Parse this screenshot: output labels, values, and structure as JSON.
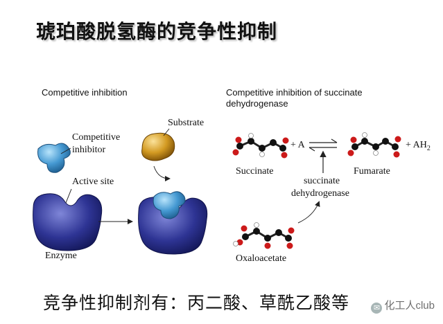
{
  "title": "琥珀酸脱氢酶的竞争性抑制",
  "left_panel": {
    "heading": "Competitive inhibition",
    "competitive_inhibitor": "Competitive\ninhibitor",
    "substrate": "Substrate",
    "active_site": "Active site",
    "enzyme": "Enzyme"
  },
  "right_panel": {
    "heading_line1": "Competitive inhibition of succinate",
    "heading_line2": "dehydrogenase",
    "plus_a": "+ A",
    "succinate": "Succinate",
    "fumarate": "Fumarate",
    "plus_ah2": "+ AH",
    "plus_ah2_sub": "2",
    "enzyme_label_line1": "succinate",
    "enzyme_label_line2": "dehydrogenase",
    "oxaloacetate": "Oxaloacetate"
  },
  "bottom_text": "竞争性抑制剂有：丙二酸、草酰乙酸等",
  "watermark": "化工人club",
  "colors": {
    "enzyme": "#2a2f8c",
    "inhibitor": "#3f8fc9",
    "substrate": "#c98a1a",
    "oxygen_atom": "#cc1a1a",
    "carbon_atom": "#111111",
    "hydrogen_atom": "#ffffff"
  }
}
